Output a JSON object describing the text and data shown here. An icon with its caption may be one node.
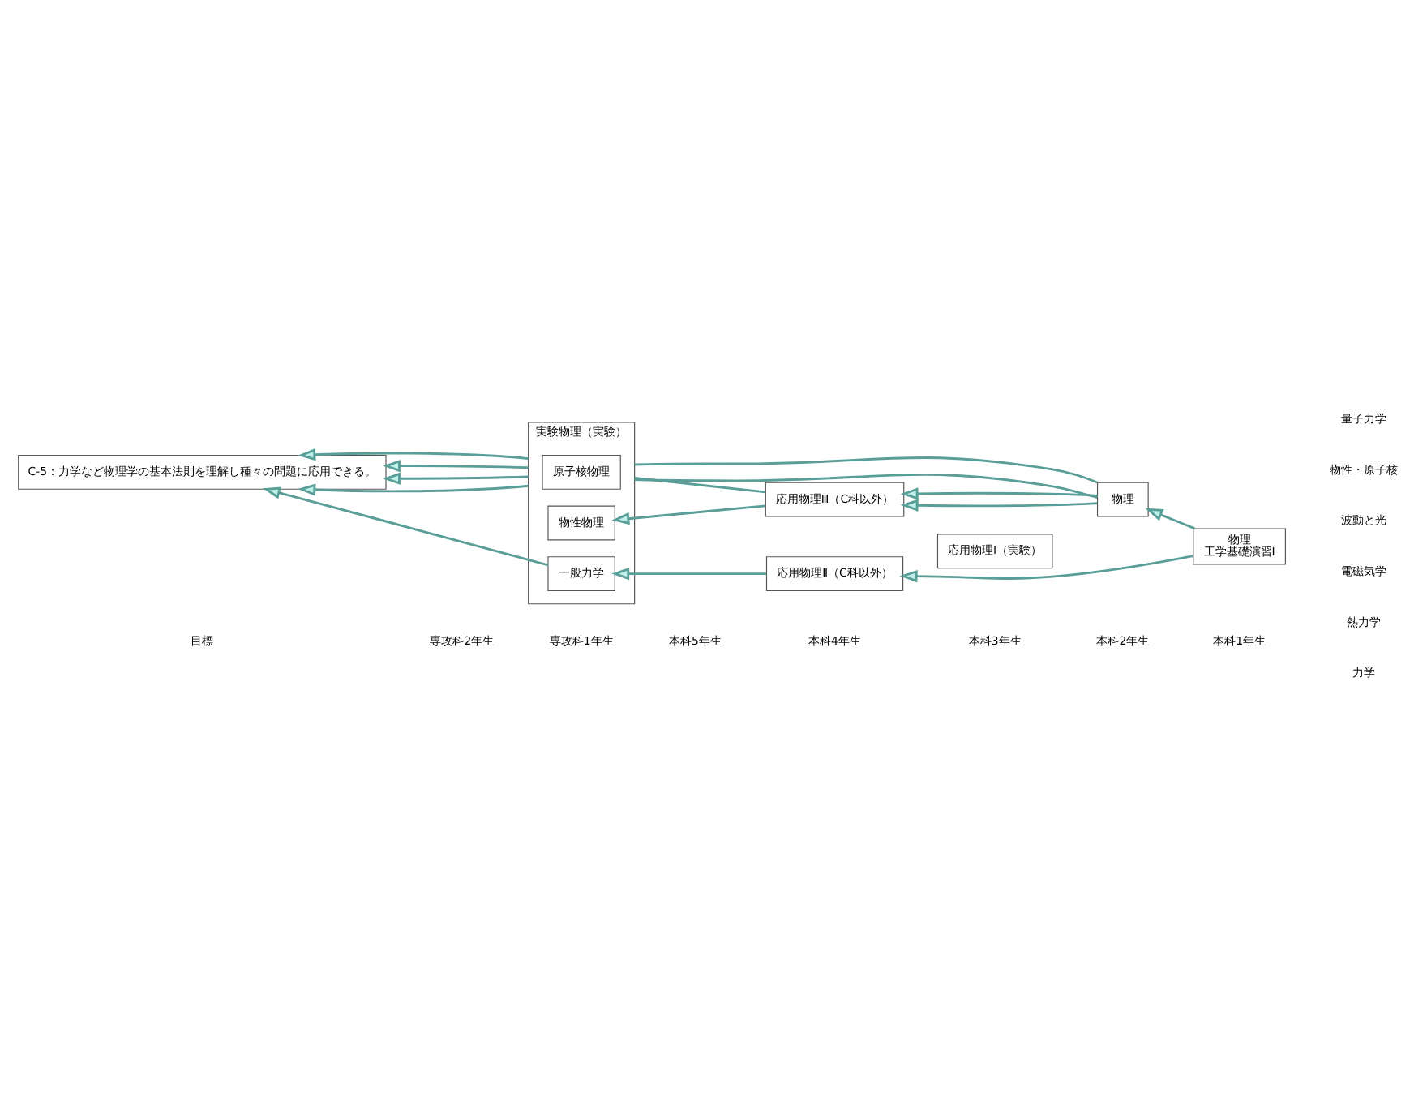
{
  "diagram": {
    "nodes": [
      {
        "text": [
          "C-5：力学など物理学の基本法則を理解し種々の問題に応用できる。"
        ]
      },
      {
        "text": [
          "実験物理（実験）"
        ]
      },
      {
        "text": [
          "物性物理"
        ],
        "in": 1
      },
      {
        "text": [
          "原子核物理"
        ],
        "in": 1
      },
      {
        "text": [
          "一般力学"
        ],
        "in": 1
      },
      {
        "text": [
          "応用物理Ⅲ（C科以外）"
        ]
      },
      {
        "text": [
          "応用物理Ⅱ（C科以外）"
        ]
      },
      {
        "text": [
          "応用物理Ⅰ（実験）"
        ]
      },
      {
        "text": [
          "物理"
        ]
      },
      {
        "text": [
          "物理",
          "工学基礎演習Ⅰ"
        ]
      }
    ],
    "edges": [
      {
        "from": 8,
        "to": 5,
        "arrow": "to"
      },
      {
        "from": 5,
        "to": 2,
        "arrow": "to"
      },
      {
        "from": 1,
        "to": 0,
        "arrow": "to"
      },
      {
        "from": 8,
        "to": 5,
        "arrow": "to"
      },
      {
        "from": 5,
        "to": 1,
        "arrow": "none"
      },
      {
        "from": 1,
        "to": 0,
        "arrow": "to"
      },
      {
        "from": 8,
        "to": 1,
        "arrow": "none"
      },
      {
        "from": 1,
        "to": 0,
        "arrow": "to"
      },
      {
        "from": 8,
        "to": 1,
        "arrow": "none"
      },
      {
        "from": 1,
        "to": 0,
        "arrow": "to"
      },
      {
        "from": 9,
        "to": 8,
        "arrow": "to"
      },
      {
        "from": 9,
        "to": 6,
        "arrow": "to"
      },
      {
        "from": 6,
        "to": 4,
        "arrow": "to"
      },
      {
        "from": 4,
        "to": 0,
        "arrow": "to"
      }
    ],
    "labels": [
      "目標",
      "専攻科2年生",
      "専攻科1年生",
      "本科5年生",
      "本科4年生",
      "本科3年生",
      "本科2年生",
      "本科1年生",
      "量子力学",
      "物性・原子核",
      "波動と光",
      "電磁気学",
      "熱力学",
      "力学"
    ]
  }
}
